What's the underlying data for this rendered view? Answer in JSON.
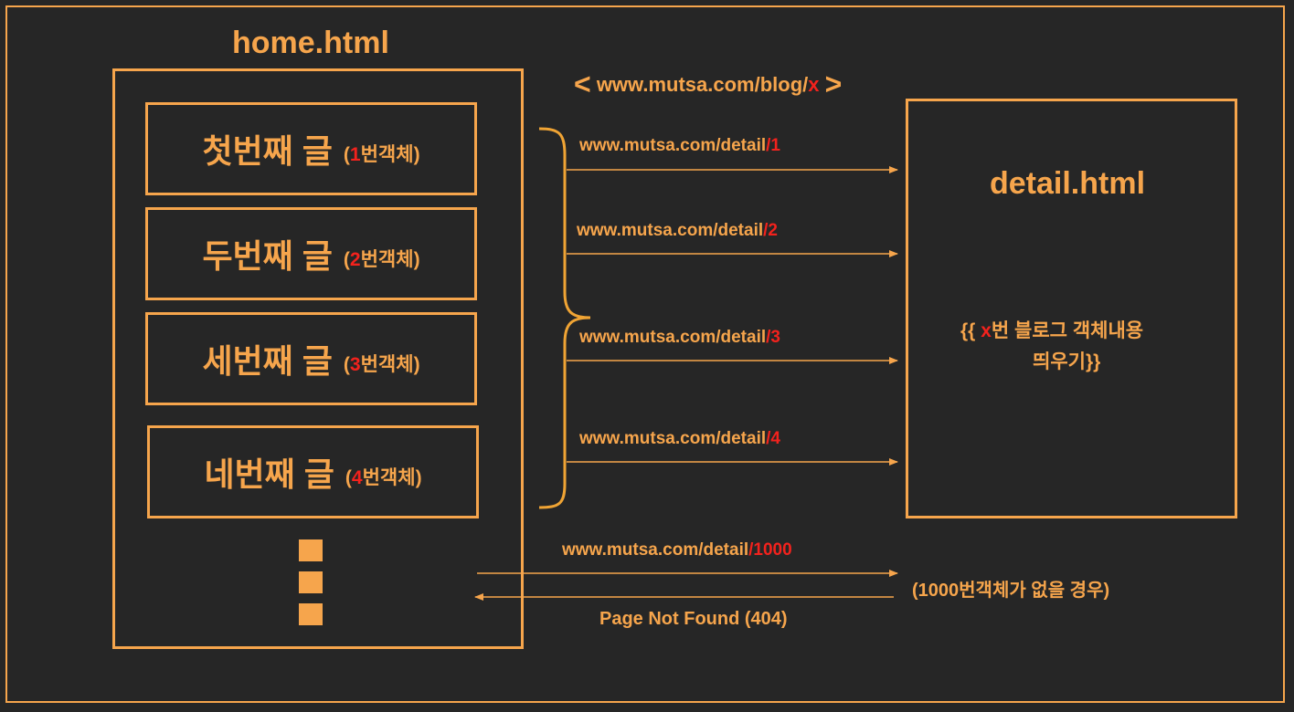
{
  "home": {
    "title": "home.html"
  },
  "posts": [
    {
      "title": "첫번째 글",
      "open": "(",
      "num": "1",
      "suffix": "번객체)"
    },
    {
      "title": "두번째 글",
      "open": "(",
      "num": "2",
      "suffix": "번객체)"
    },
    {
      "title": "세번째 글",
      "open": "(",
      "num": "3",
      "suffix": "번객체)"
    },
    {
      "title": "네번째 글",
      "open": "(",
      "num": "4",
      "suffix": "번객체)"
    }
  ],
  "pattern": {
    "lt": "<",
    "base": "www.mutsa.com/blog/",
    "var": "x",
    "gt": ">"
  },
  "routes": [
    {
      "base": "www.mutsa.com/detail",
      "id": "/1"
    },
    {
      "base": "www.mutsa.com/detail",
      "id": "/2"
    },
    {
      "base": "www.mutsa.com/detail",
      "id": "/3"
    },
    {
      "base": "www.mutsa.com/detail",
      "id": "/4"
    },
    {
      "base": "www.mutsa.com/detail",
      "id": "/1000"
    }
  ],
  "detail": {
    "title": "detail.html",
    "content_open": "{{ ",
    "content_var": "x",
    "content_rest": "번 블로그 객체내용",
    "content_line2": "띄우기}}"
  },
  "missing": {
    "note": "(1000번객체가 없을 경우)",
    "response": "Page Not Found (404)"
  },
  "colors": {
    "accent": "#f6a54c",
    "highlight": "#f2221d",
    "background": "#262626"
  }
}
